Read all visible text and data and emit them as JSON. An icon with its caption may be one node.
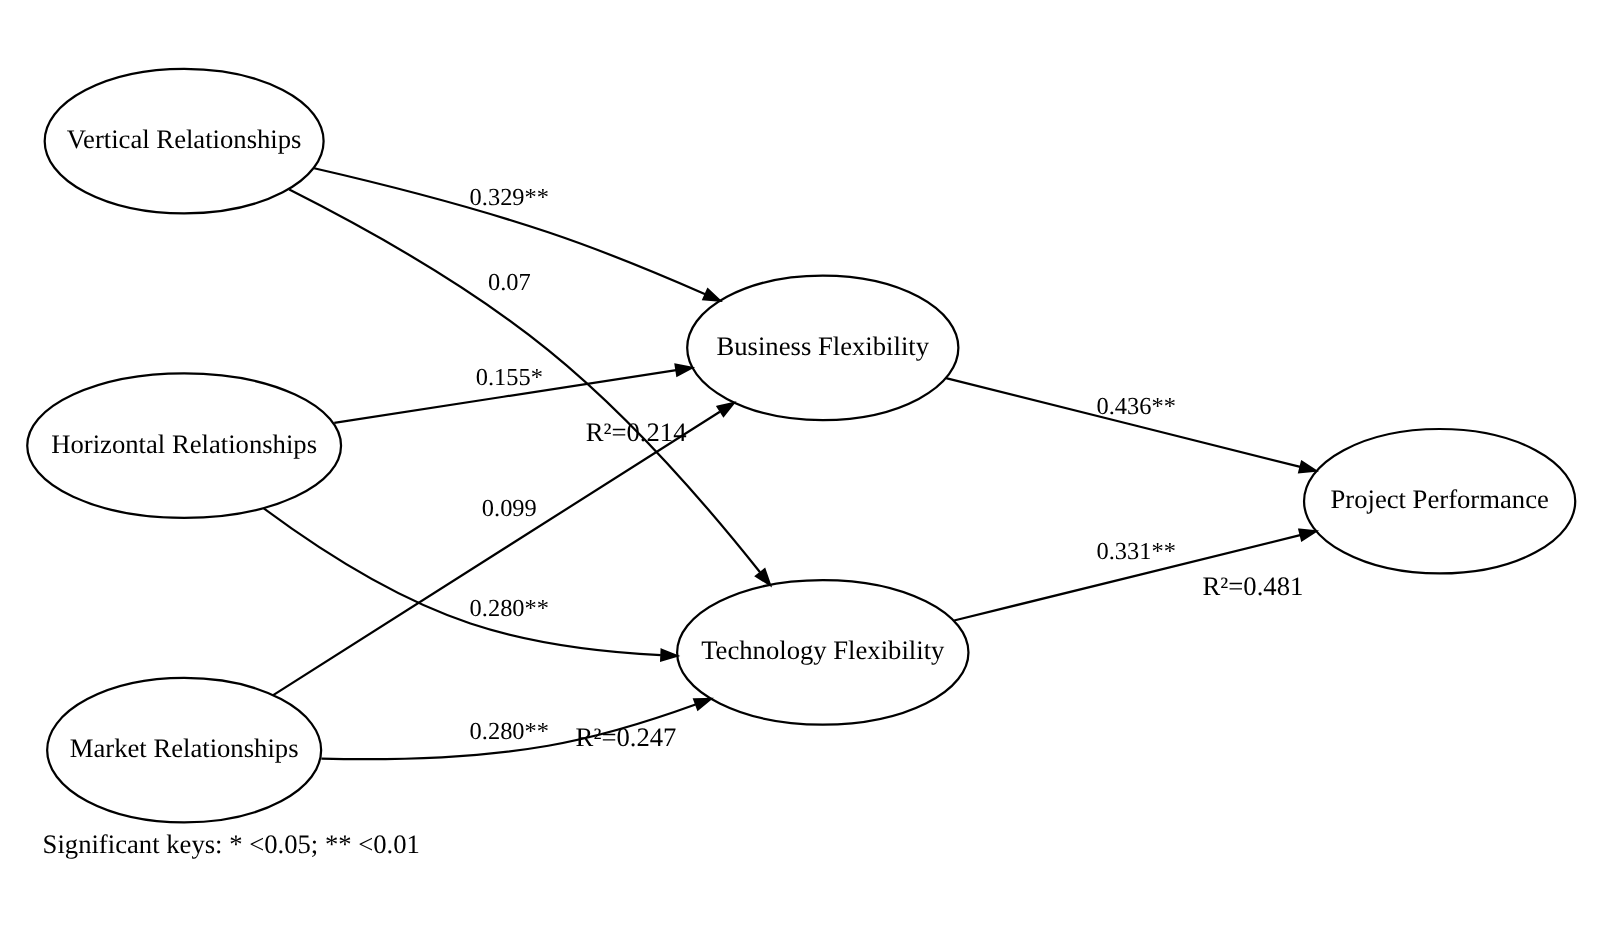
{
  "diagram": {
    "caption": "Significant keys: * <0.05; ** <0.01",
    "nodes": [
      {
        "text": [
          "Vertical Relationships"
        ]
      },
      {
        "text": [
          "Horizontal Relationships"
        ]
      },
      {
        "text": [
          "Market Relationships"
        ]
      },
      {
        "text": [
          "Business Flexibility"
        ],
        "beside": [
          "R²=0.214"
        ]
      },
      {
        "text": [
          "Technology Flexibility"
        ],
        "beside": [
          "R²=0.247"
        ]
      },
      {
        "text": [
          "Project Performance"
        ],
        "beside": [
          "R²=0.481"
        ]
      }
    ],
    "edges": [
      {
        "from": 0,
        "to": 3,
        "arrow": "to",
        "label": "0.329**"
      },
      {
        "from": 0,
        "to": 4,
        "arrow": "to",
        "label": "0.07"
      },
      {
        "from": 1,
        "to": 3,
        "arrow": "to",
        "label": "0.155*"
      },
      {
        "from": 1,
        "to": 4,
        "arrow": "to",
        "label": "0.280**"
      },
      {
        "from": 2,
        "to": 3,
        "arrow": "to",
        "label": "0.099"
      },
      {
        "from": 2,
        "to": 4,
        "arrow": "to",
        "label": "0.280**"
      },
      {
        "from": 3,
        "to": 5,
        "arrow": "to",
        "label": "0.436**"
      },
      {
        "from": 4,
        "to": 5,
        "arrow": "to",
        "label": "0.331**"
      }
    ]
  }
}
